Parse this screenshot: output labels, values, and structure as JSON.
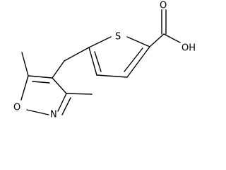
{
  "structure": {
    "atoms": {
      "sulfur": "S",
      "oxygen_carbonyl": "O",
      "hydroxyl": "OH",
      "isoxazole_oxygen": "O",
      "isoxazole_nitrogen": "N"
    }
  }
}
